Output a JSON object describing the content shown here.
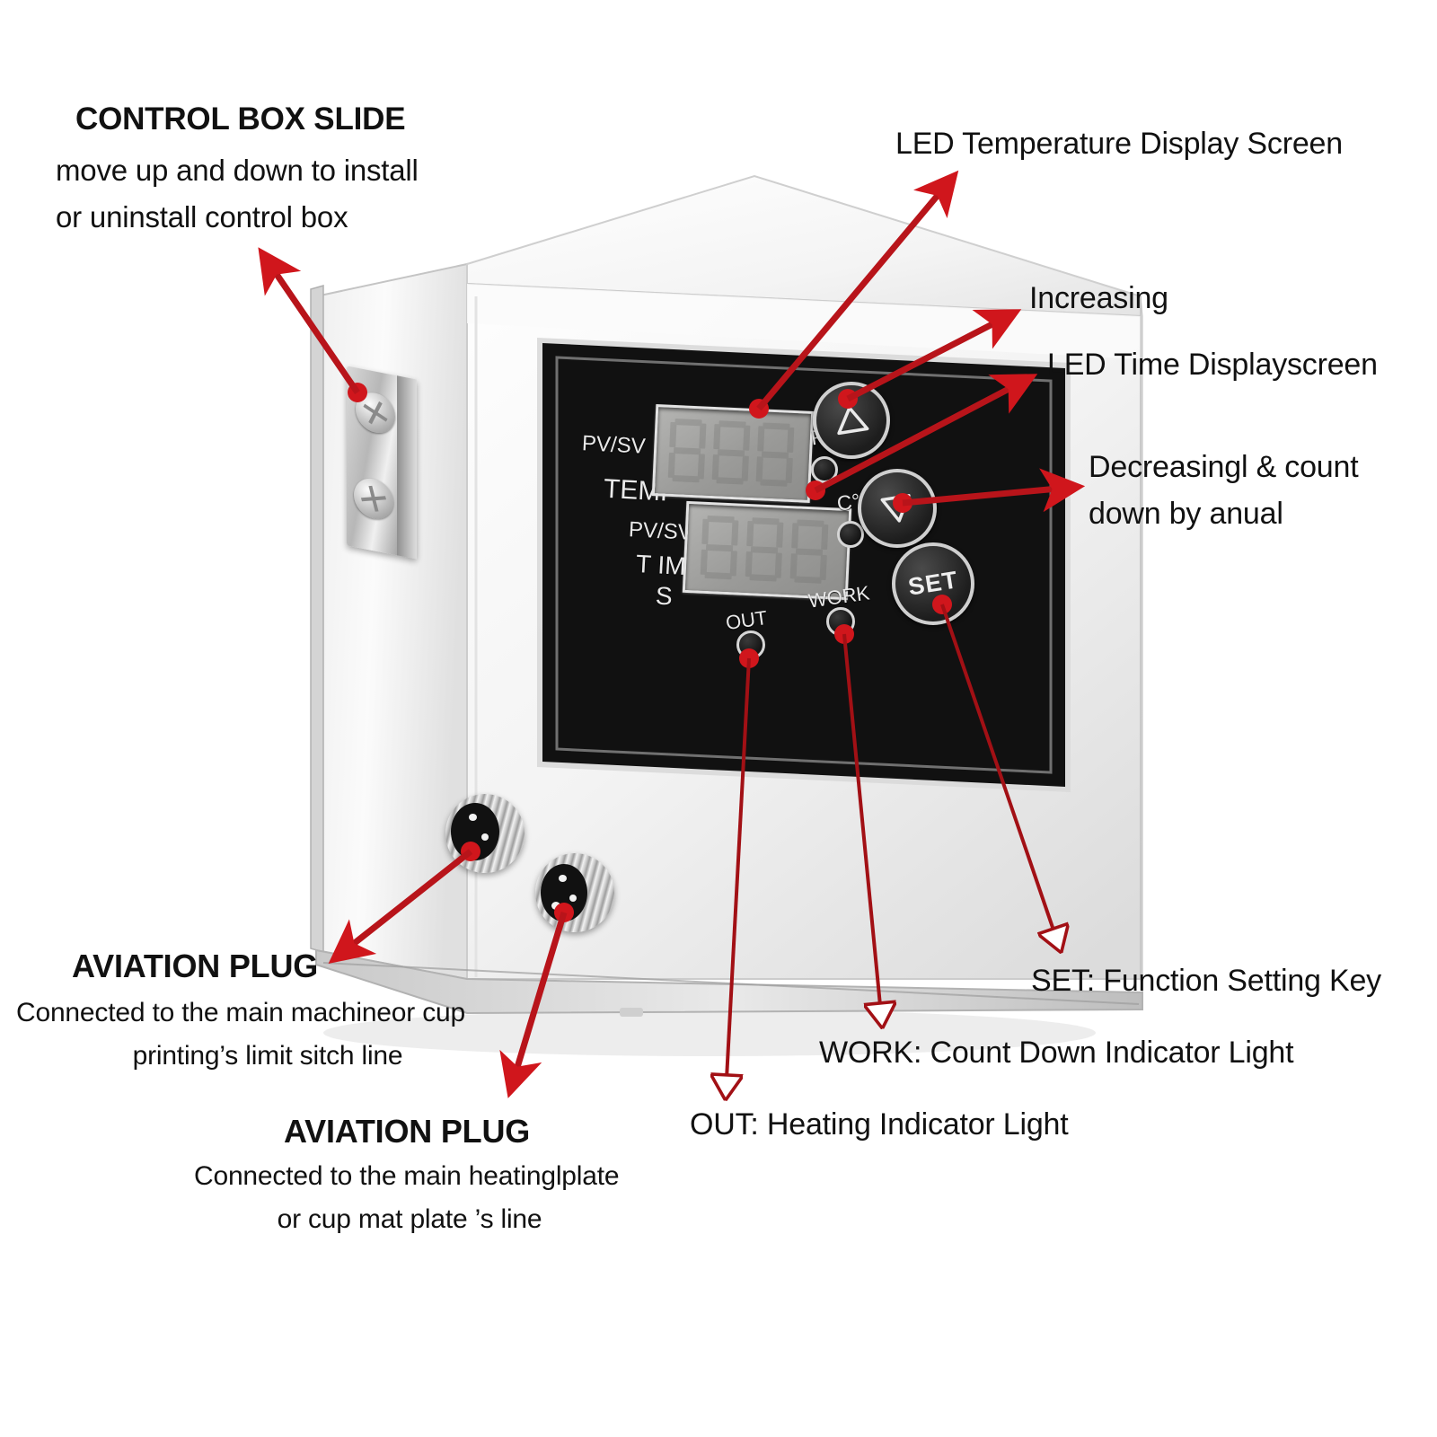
{
  "background_color": "#ffffff",
  "accent_color": "#d0161c",
  "annotations": [
    {
      "id": "control-box-slide",
      "title": "CONTROL BOX SLIDE",
      "lines": [
        "move up and down to install",
        "or uninstall control box"
      ]
    },
    {
      "id": "led-temperature-display",
      "title": "LED Temperature Display Screen",
      "lines": []
    },
    {
      "id": "increasing",
      "title": "Increasing",
      "lines": []
    },
    {
      "id": "led-time-display",
      "title": "LED Time Displayscreen",
      "lines": []
    },
    {
      "id": "decreasing",
      "title": "",
      "lines": [
        "Decreasingl & count",
        "down by anual"
      ]
    },
    {
      "id": "aviation-plug-top",
      "title": "AVIATION PLUG",
      "lines": [
        "Connected to the main machineor cup",
        "printing’s limit sitch line"
      ]
    },
    {
      "id": "aviation-plug-bottom",
      "title": "AVIATION PLUG",
      "lines": [
        "Connected to the main heatinglplate",
        "or cup mat plate ’s line"
      ]
    },
    {
      "id": "set-key",
      "title": "SET: Function Setting Key",
      "lines": []
    },
    {
      "id": "work-light",
      "title": "WORK: Count Down Indicator Light",
      "lines": []
    },
    {
      "id": "out-light",
      "title": "OUT: Heating Indicator Light",
      "lines": []
    }
  ],
  "device": {
    "name": "heat press control box",
    "body_color": "#f2f2f2",
    "panel_color": "#121212",
    "panel_labels": {
      "temp_pv_sv": "PV/SV",
      "temp": "TEMP",
      "time_pv_sv": "PV/SV",
      "time": "T IME",
      "time_unit": "S",
      "fahrenheit": "F°",
      "celsius": "C°",
      "out": "OUT",
      "work": "WORK",
      "set": "SET"
    },
    "displays": {
      "temperature_value": "",
      "time_value": "",
      "digit_count": 3
    },
    "buttons": {
      "up_label": "▲",
      "down_label": "▼",
      "set_label": "SET"
    },
    "indicators": [
      "F°",
      "C°",
      "OUT",
      "WORK"
    ],
    "connectors": [
      "aviation-plug-upper",
      "aviation-plug-lower"
    ],
    "slide_bracket": {
      "screws": 2
    }
  }
}
